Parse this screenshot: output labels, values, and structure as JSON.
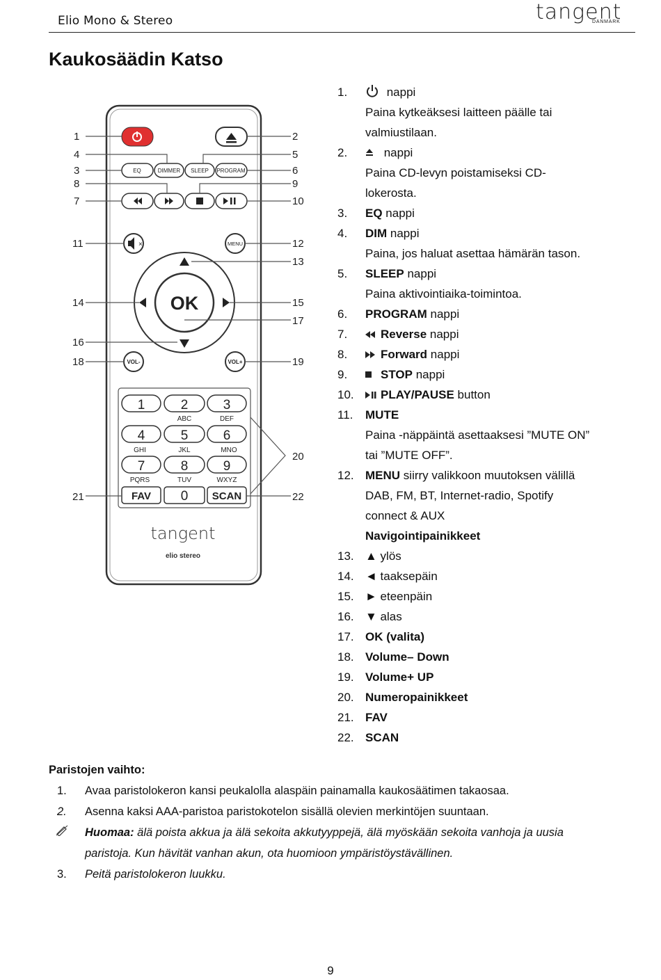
{
  "header": {
    "left": "Elio Mono & Stereo",
    "logo": "tangent",
    "logo_sub": "DANMARK"
  },
  "title": "Kaukosäädin Katso",
  "remote": {
    "callouts": [
      "1",
      "2",
      "3",
      "4",
      "5",
      "6",
      "7",
      "8",
      "9",
      "10",
      "11",
      "12",
      "13",
      "14",
      "15",
      "16",
      "17",
      "18",
      "19",
      "20",
      "21",
      "22"
    ],
    "buttons": {
      "eq": "EQ",
      "dimmer": "DIMMER",
      "sleep": "SLEEP",
      "program": "PROGRAM",
      "menu": "MENU",
      "ok": "OK",
      "vol_minus": "VOL-",
      "vol_plus": "VOL+",
      "fav": "FAV",
      "scan": "SCAN",
      "keys": [
        {
          "digit": "1",
          "letters": ""
        },
        {
          "digit": "2",
          "letters": "ABC"
        },
        {
          "digit": "3",
          "letters": "DEF"
        },
        {
          "digit": "4",
          "letters": "GHI"
        },
        {
          "digit": "5",
          "letters": "JKL"
        },
        {
          "digit": "6",
          "letters": "MNO"
        },
        {
          "digit": "7",
          "letters": "PQRS"
        },
        {
          "digit": "8",
          "letters": "TUV"
        },
        {
          "digit": "9",
          "letters": "WXYZ"
        },
        {
          "digit": "0",
          "letters": ""
        }
      ]
    },
    "brand": "tangent",
    "model": "elio stereo"
  },
  "items": [
    {
      "n": "1.",
      "icon": "power-icon",
      "b": "",
      "t": " nappi"
    },
    {
      "n": "",
      "icon": "",
      "b": "",
      "t": "Paina kytkeäksesi laitteen päälle tai"
    },
    {
      "n": "",
      "icon": "",
      "b": "",
      "t": "valmiustilaan."
    },
    {
      "n": "2.",
      "icon": "eject-icon",
      "b": "",
      "t": " nappi"
    },
    {
      "n": "",
      "icon": "",
      "b": "",
      "t": "Paina CD-levyn poistamiseksi CD-"
    },
    {
      "n": "",
      "icon": "",
      "b": "",
      "t": "lokerosta."
    },
    {
      "n": "3.",
      "icon": "",
      "b": "EQ",
      "t": " nappi"
    },
    {
      "n": "4.",
      "icon": "",
      "b": "DIM",
      "t": " nappi"
    },
    {
      "n": "",
      "icon": "",
      "b": "",
      "t": "Paina, jos haluat asettaa hämärän tason."
    },
    {
      "n": "5.",
      "icon": "",
      "b": "SLEEP",
      "t": " nappi"
    },
    {
      "n": "",
      "icon": "",
      "b": "",
      "t": "Paina aktivointiaika-toimintoa."
    },
    {
      "n": "6.",
      "icon": "",
      "b": "PROGRAM",
      "t": " nappi"
    },
    {
      "n": "7.",
      "icon": "reverse-icon",
      "b": "Reverse",
      "t": " nappi"
    },
    {
      "n": "8.",
      "icon": "forward-icon",
      "b": "Forward",
      "t": " nappi"
    },
    {
      "n": "9.",
      "icon": "stop-icon",
      "b": "STOP",
      "t": " nappi"
    },
    {
      "n": "10.",
      "icon": "play-pause-icon",
      "b": "PLAY/PAUSE",
      "t": " button"
    },
    {
      "n": "11.",
      "icon": "",
      "b": "MUTE",
      "t": ""
    },
    {
      "n": "",
      "icon": "",
      "b": "",
      "t": "Paina -näppäintä asettaaksesi ”MUTE ON”"
    },
    {
      "n": "",
      "icon": "",
      "b": "",
      "t": "tai ”MUTE OFF”."
    },
    {
      "n": "12.",
      "icon": "",
      "b": "MENU",
      "t": " siirry valikkoon muutoksen välillä"
    },
    {
      "n": "",
      "icon": "",
      "b": "",
      "t": "DAB, FM, BT, Internet-radio, Spotify"
    },
    {
      "n": "",
      "icon": "",
      "b": "",
      "t": "connect & AUX"
    },
    {
      "n": "",
      "icon": "",
      "b": "Navigointipainikkeet",
      "t": ""
    },
    {
      "n": "13.",
      "icon": "",
      "b": "",
      "t": "▲ ylös"
    },
    {
      "n": "14.",
      "icon": "",
      "b": "",
      "t": "◄ taaksepäin"
    },
    {
      "n": "15.",
      "icon": "",
      "b": "",
      "t": "► eteenpäin"
    },
    {
      "n": "16.",
      "icon": "",
      "b": "",
      "t": "▼ alas"
    },
    {
      "n": "17.",
      "icon": "",
      "b": "OK (valita)",
      "t": ""
    },
    {
      "n": "18.",
      "icon": "",
      "b": "Volume– Down",
      "t": ""
    },
    {
      "n": "19.",
      "icon": "",
      "b": "Volume+ UP",
      "t": ""
    },
    {
      "n": "20.",
      "icon": "",
      "b": "Numeropainikkeet",
      "t": ""
    },
    {
      "n": "21.",
      "icon": "",
      "b": "FAV",
      "t": ""
    },
    {
      "n": "22.",
      "icon": "",
      "b": "SCAN",
      "t": ""
    }
  ],
  "battery": {
    "heading": "Paristojen vaihto:",
    "step1_n": "1.",
    "step1": "Avaa paristolokeron kansi peukalolla alaspäin painamalla kaukosäätimen takaosaa.",
    "step2_n": "2.",
    "step2": "Asenna kaksi AAA-paristoa paristokotelon sisällä olevien merkintöjen suuntaan.",
    "note_icon": "pencil-icon",
    "note_bold": "Huomaa:",
    "note1": " älä poista akkua ja älä sekoita akkutyyppejä, älä myöskään sekoita vanhoja ja uusia",
    "note2": "paristoja. Kun hävität vanhan akun, ota huomioon ympäristöystävällinen.",
    "step3_n": "3.",
    "step3": "Peitä paristolokeron luukku."
  },
  "page_number": "9"
}
